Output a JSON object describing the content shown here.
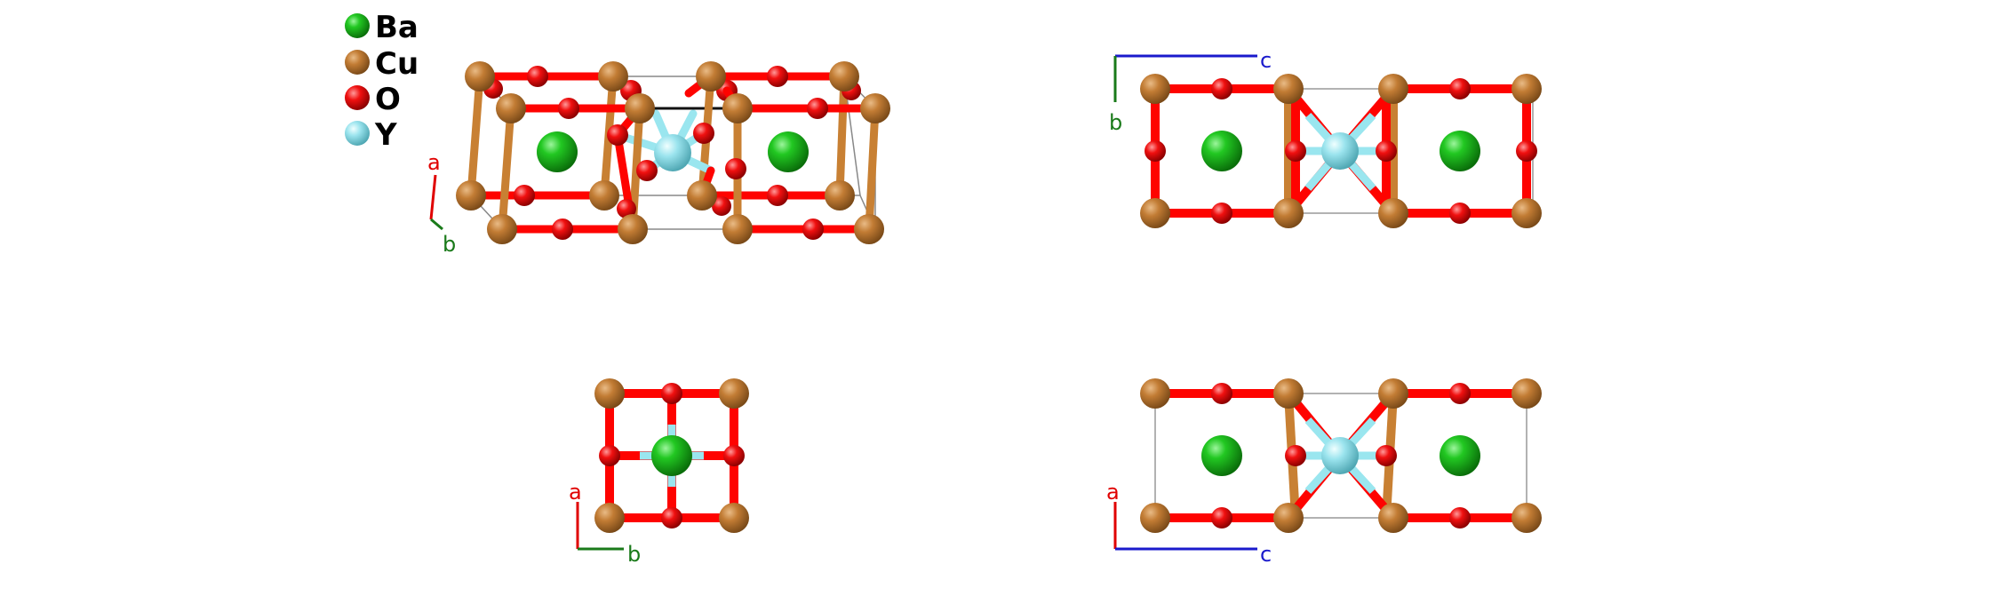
{
  "legend": {
    "items": [
      {
        "label": "Ba",
        "color": "#1fbf1f",
        "icon": "ball-icon"
      },
      {
        "label": "Cu",
        "color": "#c88033",
        "icon": "ball-icon"
      },
      {
        "label": "O",
        "color": "#fe0300",
        "icon": "ball-icon"
      },
      {
        "label": "Y",
        "color": "#9ae6ef",
        "icon": "ball-icon"
      }
    ]
  },
  "axes": {
    "a": {
      "label": "a",
      "color": "#e00000"
    },
    "b": {
      "label": "b",
      "color": "#1a7a1a"
    },
    "c": {
      "label": "c",
      "color": "#1a1acc"
    }
  },
  "colors": {
    "Ba": "#1fbf1f",
    "Cu": "#c88033",
    "O": "#fe0300",
    "Y": "#9ae6ef",
    "cell": "#888888"
  }
}
